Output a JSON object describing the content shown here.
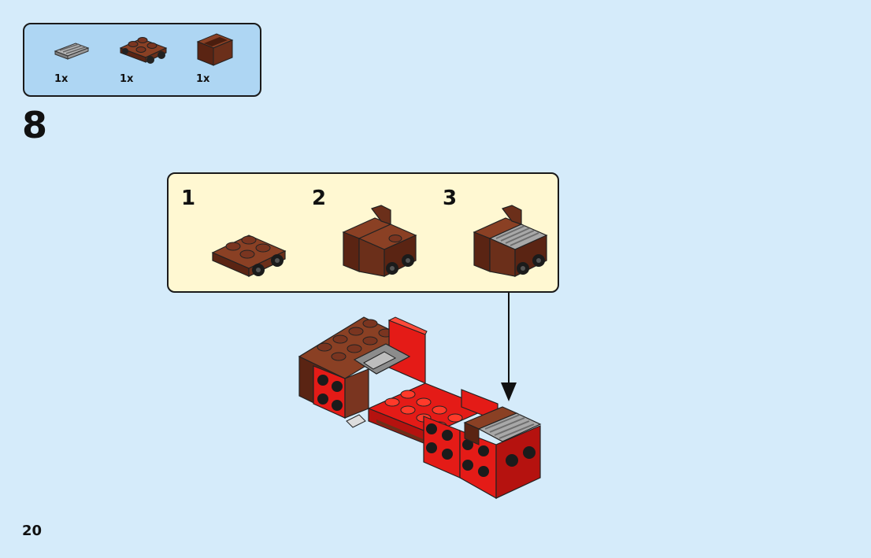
{
  "parts_list": {
    "items": [
      {
        "name": "grey-grille-tile",
        "qty": "1x",
        "color": "#8a8a8a"
      },
      {
        "name": "brown-plate-with-wheels",
        "qty": "1x",
        "color": "#6b2f1a"
      },
      {
        "name": "brown-seat",
        "qty": "1x",
        "color": "#6b2f1a"
      }
    ]
  },
  "step": {
    "number": "8"
  },
  "sub_steps": [
    {
      "number": "1"
    },
    {
      "number": "2"
    },
    {
      "number": "3"
    }
  ],
  "page": {
    "number": "20"
  },
  "colors": {
    "background": "#d5ebfa",
    "parts_box": "#aed6f3",
    "sub_box": "#fff8d2",
    "red": "#e41b17",
    "brown": "#6b2f1a",
    "grey": "#8a8a8a"
  }
}
